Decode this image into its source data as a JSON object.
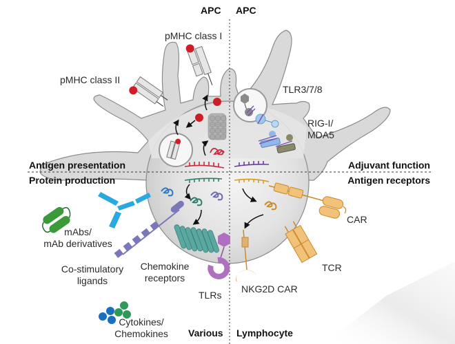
{
  "quadrants": {
    "top_left": {
      "header": "APC",
      "section": "Antigen presentation"
    },
    "top_right": {
      "header": "APC",
      "section": "Adjuvant function"
    },
    "bottom_left": {
      "header": "Various",
      "section": "Protein production"
    },
    "bottom_right": {
      "header": "Lymphocyte",
      "section": "Antigen receptors"
    }
  },
  "labels": {
    "pmhc_class_i": "pMHC class I",
    "pmhc_class_ii": "pMHC class II",
    "tlr378": "TLR3/7/8",
    "rig_line1": "RIG-I/",
    "rig_line2": "MDA5",
    "mabs_line1": "mAbs/",
    "mabs_line2": "mAb derivatives",
    "costim_line1": "Co-stimulatory",
    "costim_line2": "ligands",
    "chemo_line1": "Chemokine",
    "chemo_line2": "receptors",
    "tlrs": "TLRs",
    "cyto_line1": "Cytokines/",
    "cyto_line2": "Chemokines",
    "car": "CAR",
    "tcr": "TCR",
    "nkg2d": "NKG2D CAR"
  },
  "colors": {
    "cell_fill": "#d9d9d9",
    "cell_stroke": "#8a8a8a",
    "antigen_red": "#d01c24",
    "mrna_red": "#c62a3a",
    "mrna_purple": "#6b3fa0",
    "mrna_green": "#2e7d6b",
    "mrna_orange": "#d69a2a",
    "mab_green": "#3a9a3a",
    "antibody_blue": "#2aa8e0",
    "costim_purple": "#7a78b8",
    "chemokine_teal": "#5aa8a0",
    "tlr_pink": "#b070c0",
    "receptor_orange": "#f2c27a",
    "cytokine_blue": "#1a6fc0",
    "cytokine_green": "#2e9a5a"
  }
}
